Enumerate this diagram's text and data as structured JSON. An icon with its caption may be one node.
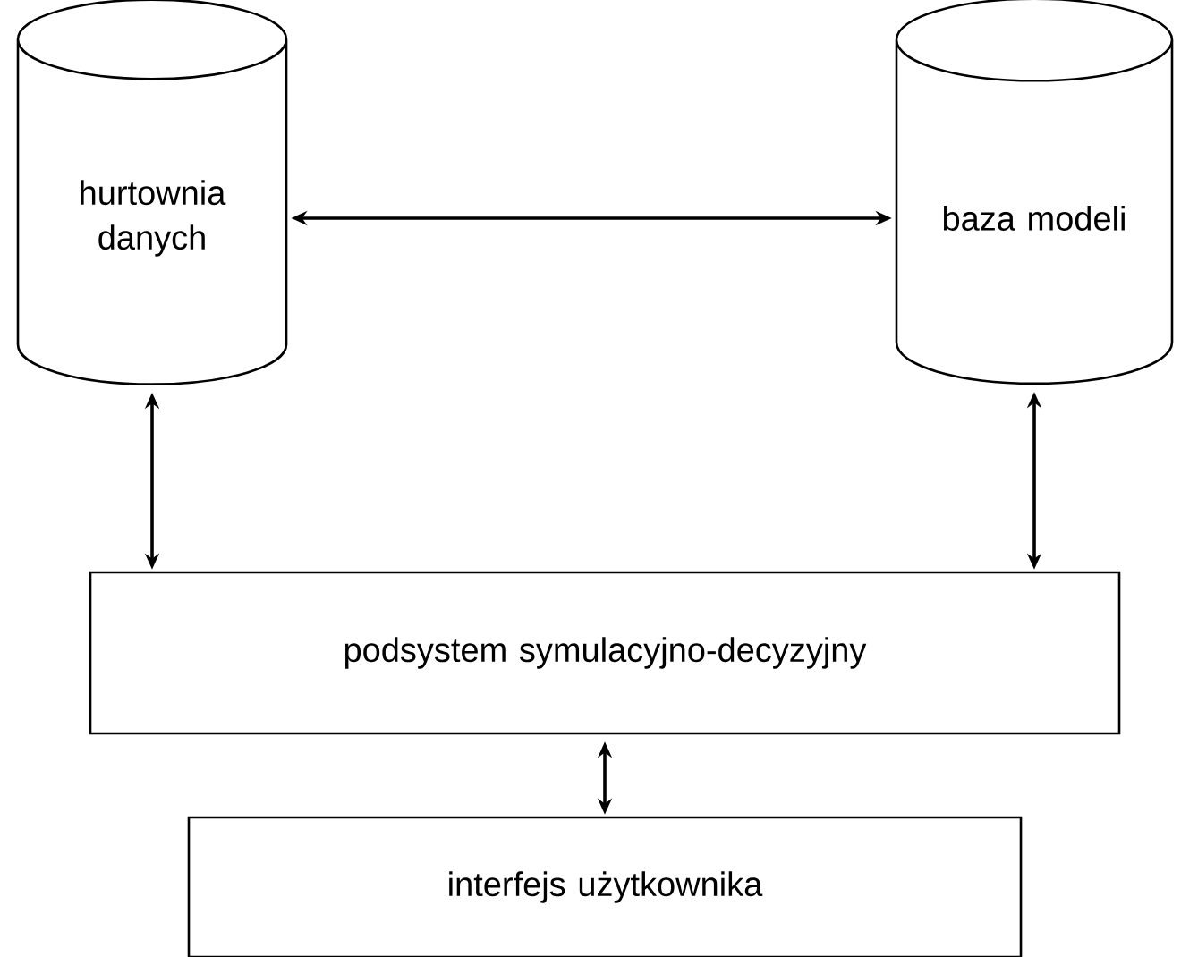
{
  "diagram": {
    "nodes": [
      {
        "text": [
          "hurtownia danych"
        ]
      },
      {
        "text": [
          "baza modeli"
        ]
      },
      {
        "text": [
          "podsystem symulacyjno-decyzyjny"
        ]
      },
      {
        "text": [
          "interfejs użytkownika"
        ]
      }
    ],
    "edges": [
      {
        "from": 0,
        "to": 1,
        "arrow": "both"
      },
      {
        "from": 0,
        "to": 2,
        "arrow": "both"
      },
      {
        "from": 1,
        "to": 2,
        "arrow": "both"
      },
      {
        "from": 2,
        "to": 3,
        "arrow": "both"
      }
    ]
  }
}
